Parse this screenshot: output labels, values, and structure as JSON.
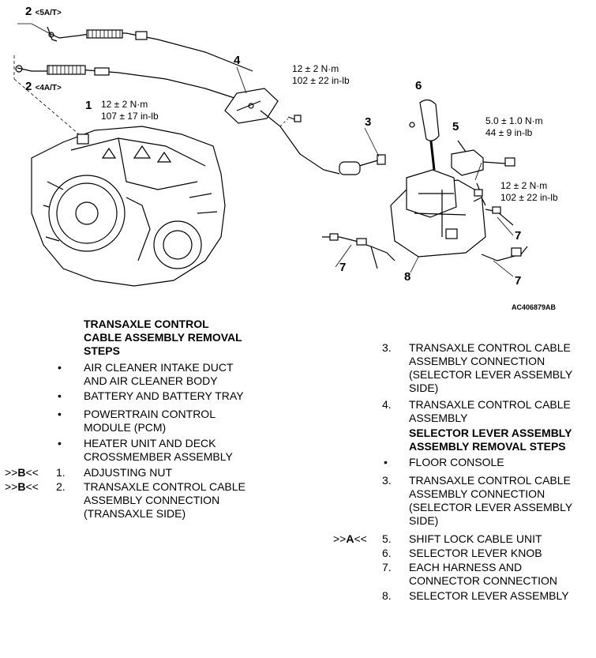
{
  "figure": {
    "callouts": {
      "c2_5at_num": "2",
      "c2_5at_suffix": "<5A/T>",
      "c2_4at_num": "2",
      "c2_4at_suffix": "<4A/T>",
      "c1": "1",
      "c3": "3",
      "c4": "4",
      "c5": "5",
      "c6": "6",
      "c7a": "7",
      "c7b": "7",
      "c7c": "7",
      "c8": "8"
    },
    "torques": {
      "t1_nm": "12 ± 2 N·m",
      "t1_inlb": "107 ± 17 in-lb",
      "t4_nm": "12 ± 2 N·m",
      "t4_inlb": "102 ± 22 in-lb",
      "t5_nm": "5.0 ± 1.0 N·m",
      "t5_inlb": "44 ± 9 in-lb",
      "t8_nm": "12 ± 2 N·m",
      "t8_inlb": "102 ± 22 in-lb"
    },
    "figure_id": "AC406879AB"
  },
  "left": {
    "title_lines": [
      "TRANSAXLE CONTROL",
      "CABLE ASSEMBLY REMOVAL",
      "STEPS"
    ],
    "items": [
      {
        "mark_pre": "",
        "mark_b": "",
        "mark_post": "",
        "num": "•",
        "lines": [
          "AIR CLEANER INTAKE DUCT",
          "AND AIR CLEANER BODY"
        ]
      },
      {
        "mark_pre": "",
        "mark_b": "",
        "mark_post": "",
        "num": "•",
        "lines": [
          "BATTERY AND BATTERY TRAY"
        ]
      },
      {
        "mark_pre": "",
        "mark_b": "",
        "mark_post": "",
        "num": "•",
        "lines": [
          "POWERTRAIN CONTROL",
          "MODULE (PCM)"
        ]
      },
      {
        "mark_pre": "",
        "mark_b": "",
        "mark_post": "",
        "num": "•",
        "lines": [
          "HEATER UNIT AND DECK",
          "CROSSMEMBER ASSEMBLY"
        ]
      },
      {
        "mark_pre": ">>",
        "mark_b": "B",
        "mark_post": "<<",
        "num": "1.",
        "lines": [
          "ADJUSTING NUT"
        ]
      },
      {
        "mark_pre": ">>",
        "mark_b": "B",
        "mark_post": "<<",
        "num": "2.",
        "lines": [
          "TRANSAXLE CONTROL CABLE",
          "ASSEMBLY CONNECTION",
          "(TRANSAXLE SIDE)"
        ]
      }
    ]
  },
  "right": {
    "items": [
      {
        "num": "3.",
        "lines": [
          "TRANSAXLE CONTROL CABLE",
          "ASSEMBLY CONNECTION",
          "(SELECTOR LEVER ASSEMBLY",
          "SIDE)"
        ]
      },
      {
        "num": "4.",
        "lines": [
          "TRANSAXLE CONTROL CABLE",
          "ASSEMBLY"
        ]
      }
    ],
    "title_lines": [
      "SELECTOR LEVER ASSEMBLY",
      "ASSEMBLY REMOVAL STEPS"
    ],
    "items2": [
      {
        "mark_pre": "",
        "mark_b": "",
        "mark_post": "",
        "num": "•",
        "lines": [
          "FLOOR CONSOLE"
        ]
      },
      {
        "mark_pre": "",
        "mark_b": "",
        "mark_post": "",
        "num": "3.",
        "lines": [
          "TRANSAXLE CONTROL CABLE",
          "ASSEMBLY CONNECTION",
          "(SELECTOR LEVER ASSEMBLY",
          "SIDE)"
        ]
      },
      {
        "mark_pre": ">>",
        "mark_b": "A",
        "mark_post": "<<",
        "num": "5.",
        "lines": [
          "SHIFT LOCK CABLE UNIT"
        ]
      },
      {
        "mark_pre": "",
        "mark_b": "",
        "mark_post": "",
        "num": "6.",
        "lines": [
          "SELECTOR LEVER KNOB"
        ]
      },
      {
        "mark_pre": "",
        "mark_b": "",
        "mark_post": "",
        "num": "7.",
        "lines": [
          "EACH HARNESS AND",
          "CONNECTOR CONNECTION"
        ]
      },
      {
        "mark_pre": "",
        "mark_b": "",
        "mark_post": "",
        "num": "8.",
        "lines": [
          "SELECTOR LEVER ASSEMBLY"
        ]
      }
    ]
  }
}
